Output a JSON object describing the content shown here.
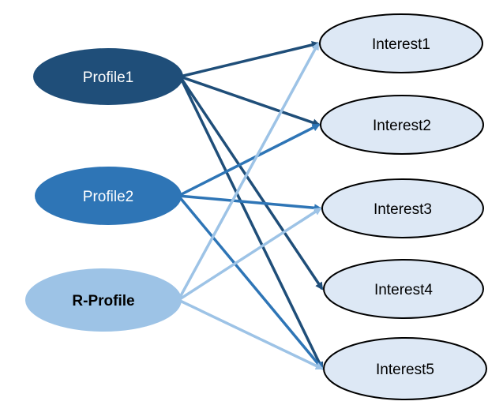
{
  "diagram": {
    "type": "bipartite-directed-graph",
    "colors": {
      "profile1_fill": "#1f4e79",
      "profile2_fill": "#2e75b6",
      "rprofile_fill": "#9dc3e6",
      "interest_fill": "#dde8f5",
      "interest_stroke": "#000000",
      "profile_text": "#ffffff",
      "rprofile_text": "#000000",
      "interest_text": "#000000",
      "edge_profile1": "#1f4e79",
      "edge_profile2": "#2e75b6",
      "edge_rprofile": "#9dc3e6"
    },
    "sources": [
      {
        "id": "profile1",
        "label": "Profile1"
      },
      {
        "id": "profile2",
        "label": "Profile2"
      },
      {
        "id": "rprofile",
        "label": "R-Profile"
      }
    ],
    "targets": [
      {
        "id": "interest1",
        "label": "Interest1"
      },
      {
        "id": "interest2",
        "label": "Interest2"
      },
      {
        "id": "interest3",
        "label": "Interest3"
      },
      {
        "id": "interest4",
        "label": "Interest4"
      },
      {
        "id": "interest5",
        "label": "Interest5"
      }
    ],
    "edges": [
      {
        "from": "profile1",
        "to": "interest1"
      },
      {
        "from": "profile1",
        "to": "interest2"
      },
      {
        "from": "profile1",
        "to": "interest4"
      },
      {
        "from": "profile1",
        "to": "interest5"
      },
      {
        "from": "profile2",
        "to": "interest2"
      },
      {
        "from": "profile2",
        "to": "interest3"
      },
      {
        "from": "profile2",
        "to": "interest5"
      },
      {
        "from": "rprofile",
        "to": "interest1"
      },
      {
        "from": "rprofile",
        "to": "interest3"
      },
      {
        "from": "rprofile",
        "to": "interest5"
      }
    ]
  }
}
